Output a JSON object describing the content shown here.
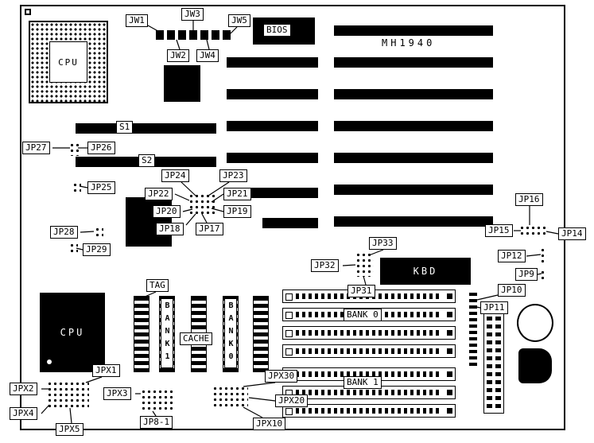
{
  "board_model": "MH1940",
  "labels": {
    "cpu_socket": "CPU",
    "cpu_chip": "CPU",
    "bios": "BIOS",
    "kbd": "KBD",
    "s1": "S1",
    "s2": "S2",
    "tag": "TAG",
    "cache": "CACHE",
    "bank0_row": "BANK 0",
    "bank1_row": "BANK 1",
    "bank1_col": "BANK1",
    "bank0_col": "BANK0"
  },
  "jumpers": {
    "jw1": "JW1",
    "jw2": "JW2",
    "jw3": "JW3",
    "jw4": "JW4",
    "jw5": "JW5",
    "jp8_1": "JP8-1",
    "jp9": "JP9",
    "jp10": "JP10",
    "jp11": "JP11",
    "jp12": "JP12",
    "jp14": "JP14",
    "jp15": "JP15",
    "jp16": "JP16",
    "jp17": "JP17",
    "jp18": "JP18",
    "jp19": "JP19",
    "jp20": "JP20",
    "jp21": "JP21",
    "jp22": "JP22",
    "jp23": "JP23",
    "jp24": "JP24",
    "jp25": "JP25",
    "jp26": "JP26",
    "jp27": "JP27",
    "jp28": "JP28",
    "jp29": "JP29",
    "jp31": "JP31",
    "jp32": "JP32",
    "jp33": "JP33",
    "jpx1": "JPX1",
    "jpx2": "JPX2",
    "jpx3": "JPX3",
    "jpx4": "JPX4",
    "jpx5": "JPX5",
    "jpx10": "JPX10",
    "jpx20": "JPX20",
    "jpx30": "JPX30"
  },
  "colors": {
    "line": "#000000",
    "chip": "#000000",
    "background": "#ffffff"
  }
}
